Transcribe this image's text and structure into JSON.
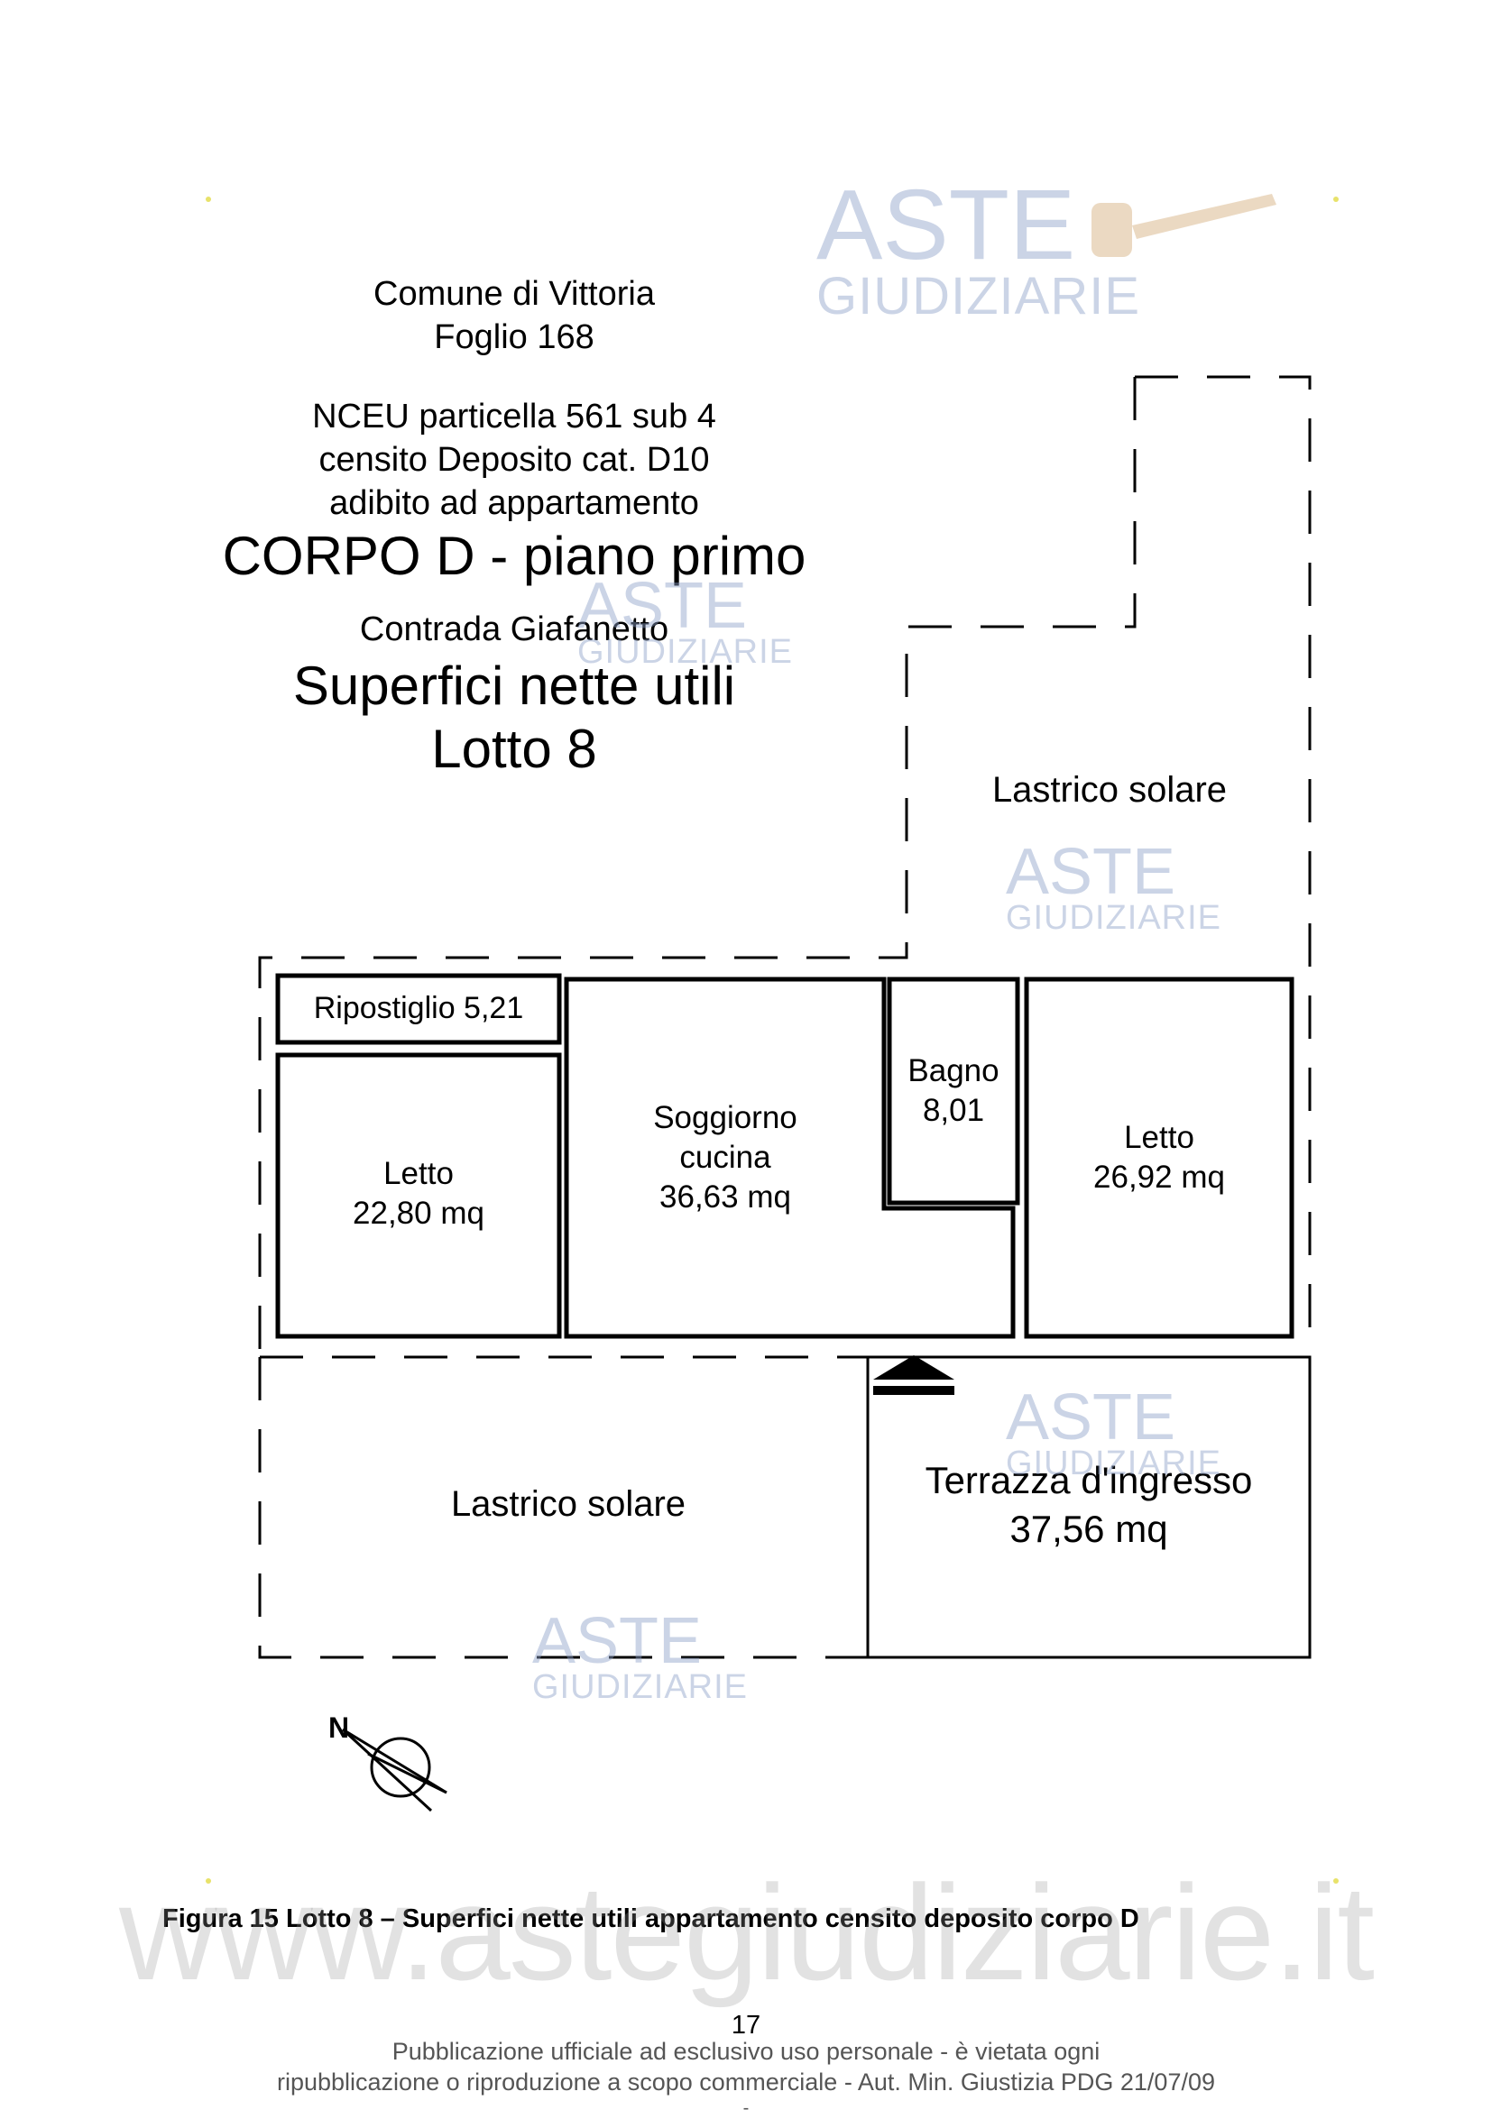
{
  "header": {
    "line1": "Comune di Vittoria",
    "line2": "Foglio 168",
    "line3": "NCEU particella 561 sub 4",
    "line4": "censito Deposito cat. D10",
    "line5": "adibito ad appartamento",
    "line6": "CORPO D - piano primo",
    "line7": "Contrada Giafanetto",
    "line8": "Superfici nette utili",
    "line9": "Lotto 8"
  },
  "plan": {
    "lastrico_top": "Lastrico solare",
    "ripostiglio": "Ripostiglio 5,21",
    "letto_left_name": "Letto",
    "letto_left_area": "22,80 mq",
    "soggiorno_name": "Soggiorno",
    "soggiorno_name2": "cucina",
    "soggiorno_area": "36,63 mq",
    "bagno_name": "Bagno",
    "bagno_area": "8,01",
    "letto_right_name": "Letto",
    "letto_right_area": "26,92 mq",
    "lastrico_bottom": "Lastrico solare",
    "terrazza_name": "Terrazza d'ingresso",
    "terrazza_area": "37,56 mq",
    "north_label": "N"
  },
  "watermark": {
    "aste": "ASTE",
    "giudiziarie": "GIUDIZIARIE",
    "site": "www.astegiudiziarie.it"
  },
  "caption": "Figura 15 Lotto 8 – Superfici nette utili appartamento censito deposito corpo D",
  "page_number": "17",
  "footer": {
    "line1": "Pubblicazione ufficiale ad esclusivo uso personale - è vietata ogni",
    "line2": "ripubblicazione o riproduzione a scopo commerciale - Aut. Min. Giustizia PDG 21/07/09",
    "line3": "-"
  },
  "colors": {
    "watermark": "#8ca0c8",
    "ink": "#000000",
    "footer_text": "#555555",
    "corner_marks": "#e8e26a"
  }
}
